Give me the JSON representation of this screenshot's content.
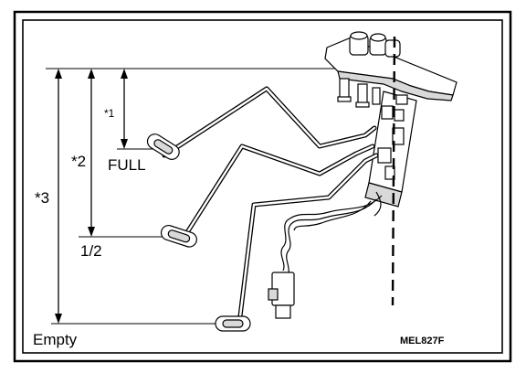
{
  "figure": {
    "labels": {
      "dim1": "*1",
      "dim2": "*2",
      "dim3": "*3",
      "full": "FULL",
      "half": "1/2",
      "empty": "Empty"
    },
    "figure_code": "MEL827F",
    "colors": {
      "ink": "#000000",
      "background": "#ffffff",
      "fill_light": "#ffffff",
      "fill_gray": "#d9d9d9"
    }
  }
}
